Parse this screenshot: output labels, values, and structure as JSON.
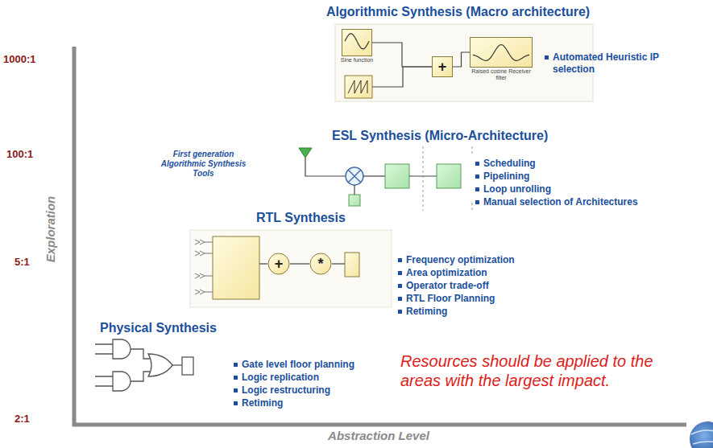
{
  "diagram": {
    "nodes": [
      {
        "text": [
          "Sine function"
        ]
      },
      {
        "text": [
          "+"
        ]
      },
      {
        "text": [
          "Raised cosine Receiver filter"
        ]
      },
      {
        "text": [
          "+"
        ]
      },
      {
        "text": [
          "*"
        ]
      }
    ],
    "edges": [
      {
        "from": 0,
        "to": 1,
        "arrow": "none"
      },
      {
        "from": 1,
        "to": 2,
        "arrow": "none"
      },
      {
        "from": 3,
        "to": 4,
        "arrow": "none"
      }
    ],
    "labels": [
      "Algorithmic Synthesis (Macro architecture)",
      "1000:1",
      "Automated Heuristic IP selection",
      "First generation Algorithmic Synthesis Tools",
      "ESL Synthesis (Micro-Architecture)",
      "100:1",
      "Scheduling",
      "Pipelining",
      "Loop unrolling",
      "Manual selection of Architectures",
      "Exploration",
      "RTL Synthesis",
      "Frequency optimization",
      "Area optimization",
      "Operator trade-off",
      "RTL Floor Planning",
      "Retiming",
      "5:1",
      "Physical Synthesis",
      "Gate level floor planning",
      "Logic replication",
      "Logic restructuring",
      "Retiming",
      "Resources should be applied to the areas with the largest impact.",
      "2:1",
      "Abstraction Level"
    ]
  }
}
